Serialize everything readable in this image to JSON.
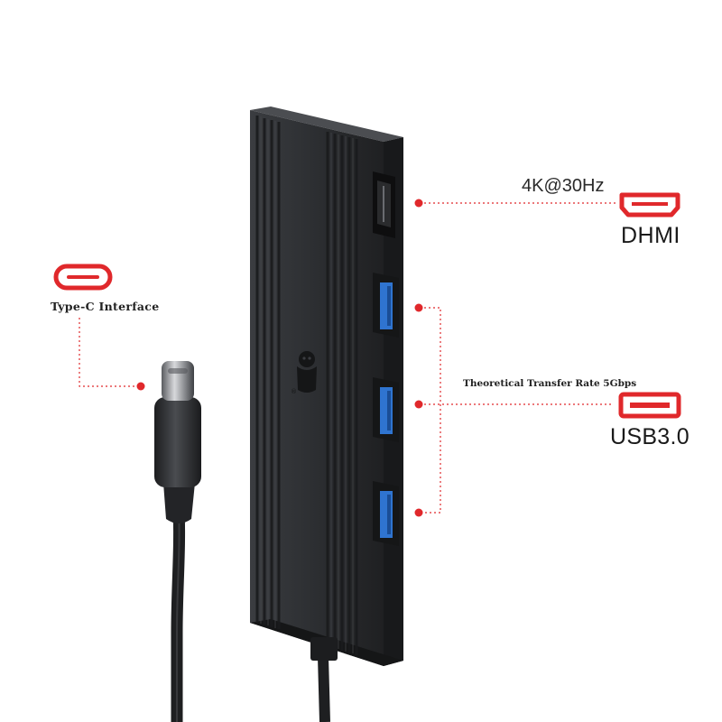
{
  "labels": {
    "typec": "Type-C Interface",
    "resolution": "4K@30Hz",
    "hdmi": "DHMI",
    "transfer_rate": "Theoretical Transfer Rate 5Gbps",
    "usb": "USB3.0"
  },
  "colors": {
    "accent_red": "#e0282b",
    "hub_body": "#2b2d30",
    "usb_port_blue": "#2f74d0",
    "cable": "#1e1f21",
    "background": "#ffffff"
  },
  "icons": {
    "typec_port": "type-c-port-icon",
    "hdmi_port": "hdmi-port-icon",
    "usb_port": "usb-a-port-icon",
    "logo": "brand-mascot-logo"
  }
}
